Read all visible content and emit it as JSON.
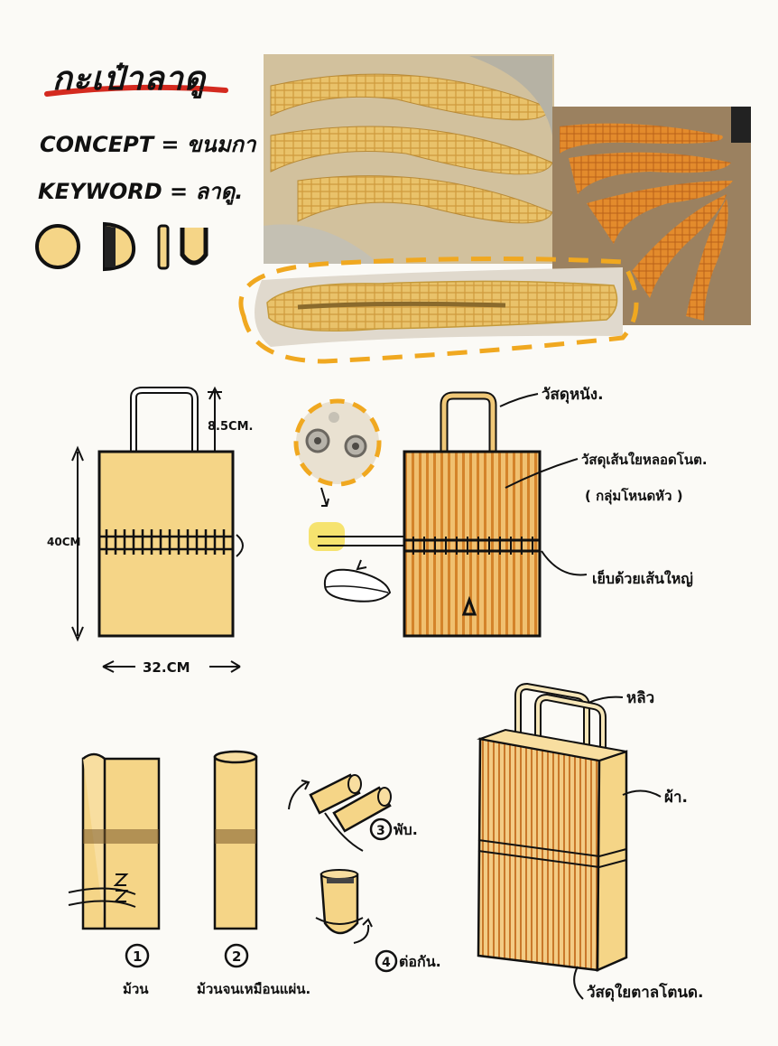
{
  "header": {
    "title": "กะเป๋าลาดู",
    "concept_line": "CONCEPT = ขนมกา",
    "keyword_line": "KEYWORD = ลาดู."
  },
  "dimensions": {
    "handle_height": "8.5CM.",
    "bag_height": "40CM",
    "bag_width": "32.CM"
  },
  "annotations": {
    "handle_material": "วัสดุหนัง.",
    "body_material_1": "วัสดุเส้นใยหลอดโนต.",
    "body_material_2": "( กลุ่มโหนดหัว )",
    "stitch": "เย็บด้วยเส้นใหญ่",
    "handle_label": "หลิว",
    "side_label": "ผ้า.",
    "bottom_material": "วัสดุใยตาลโตนด."
  },
  "steps": [
    {
      "num": "1",
      "label": "ม้วน"
    },
    {
      "num": "2",
      "label": "ม้วนจนเหมือนแผ่น."
    },
    {
      "num": "3",
      "label": "พับ."
    },
    {
      "num": "4",
      "label": "ต่อกัน."
    }
  ],
  "colors": {
    "bag_fill": "#f5d587",
    "bag_fill_light": "#f8dea0",
    "stripe_orange": "#d4832a",
    "ink": "#111111",
    "accent_red": "#d42a1f",
    "dash_orange": "#f0a820",
    "snack_yellow": "#e8bc52",
    "snack_orange": "#e08a28"
  },
  "icons": [
    "shape-circle-icon",
    "shape-half-circle-icon",
    "shape-bar-icon",
    "shape-u-icon",
    "snap-button-icon"
  ]
}
